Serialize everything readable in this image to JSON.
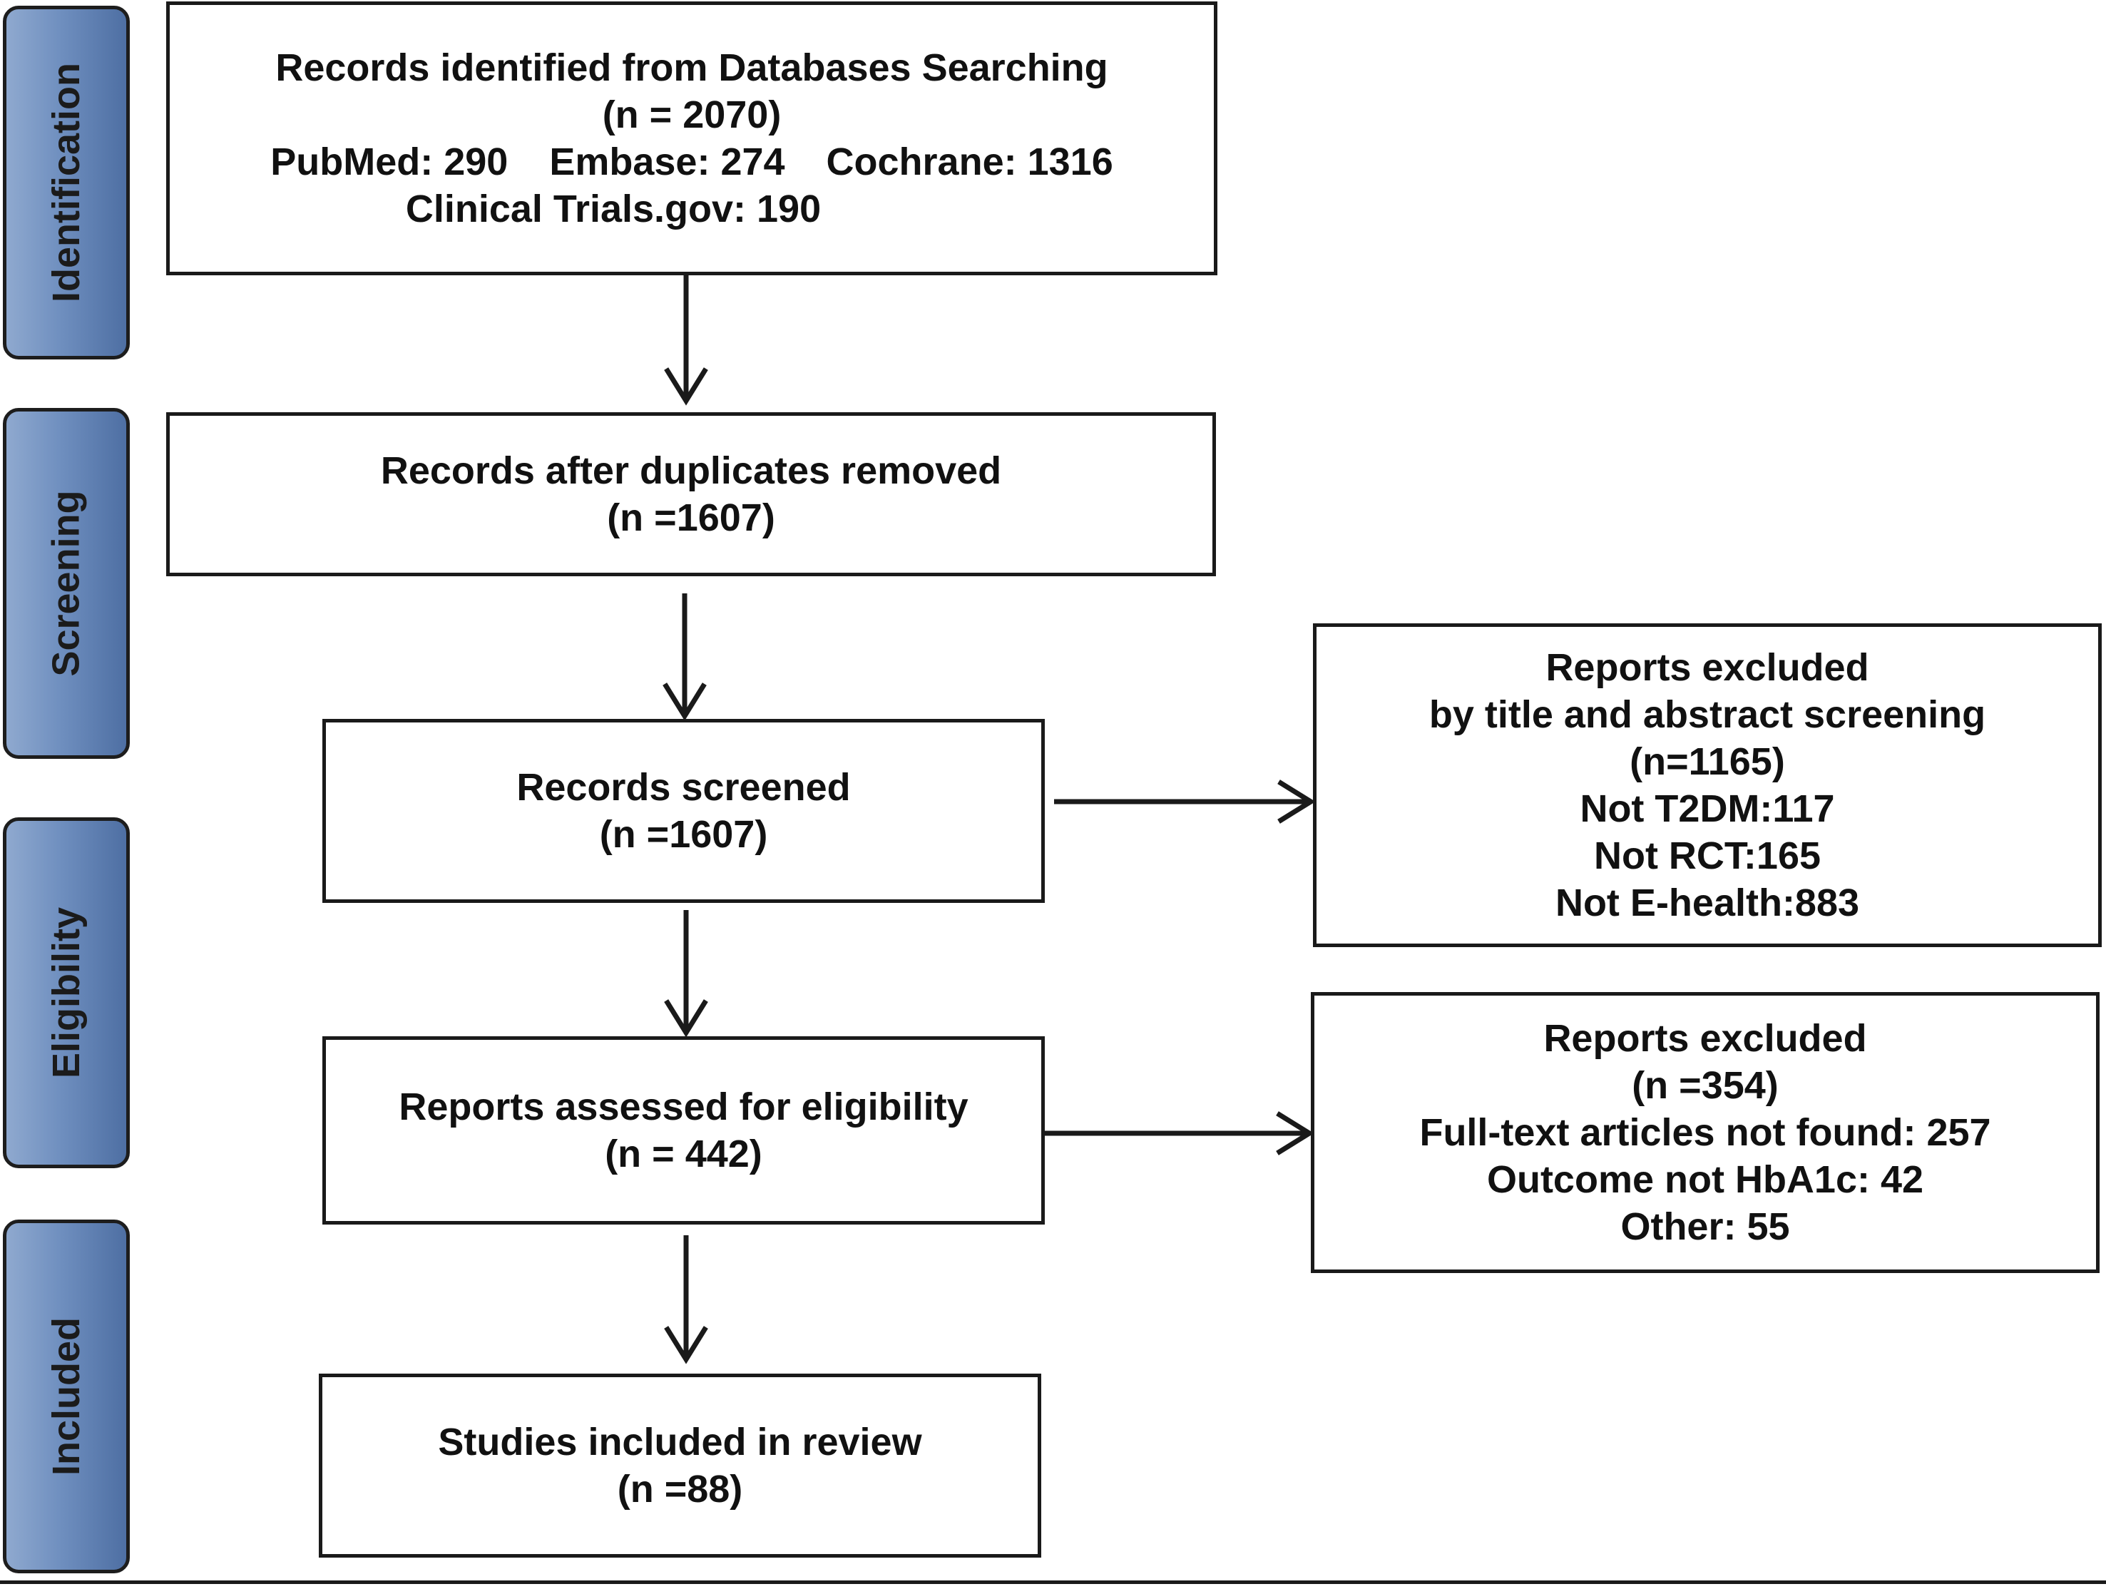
{
  "stages": [
    {
      "id": "identification",
      "label": "Identification"
    },
    {
      "id": "screening",
      "label": "Screening"
    },
    {
      "id": "eligibility",
      "label": "Eligibility"
    },
    {
      "id": "included",
      "label": "Included"
    }
  ],
  "boxes": {
    "identified": {
      "title": "Records identified from Databases Searching",
      "count": "(n = 2070)",
      "sources": [
        "PubMed: 290",
        "Embase: 274",
        "Cochrane: 1316"
      ],
      "extra": "Clinical Trials.gov: 190"
    },
    "deduplicated": {
      "title": "Records after duplicates removed",
      "count": "(n =1607)"
    },
    "screened": {
      "title": "Records screened",
      "count": "(n =1607)"
    },
    "excluded_screening": {
      "lines": [
        "Reports excluded",
        "by title and abstract screening",
        "(n=1165)",
        "Not T2DM:117",
        "Not RCT:165",
        "Not E-health:883"
      ]
    },
    "assessed": {
      "title": "Reports assessed for eligibility",
      "count": "(n = 442)"
    },
    "excluded_eligibility": {
      "lines": [
        "Reports excluded",
        "(n =354)",
        "Full-text articles not found: 257",
        "Outcome not HbA1c: 42",
        "Other: 55"
      ]
    },
    "included": {
      "title": "Studies included in review",
      "count": "(n =88)"
    }
  }
}
